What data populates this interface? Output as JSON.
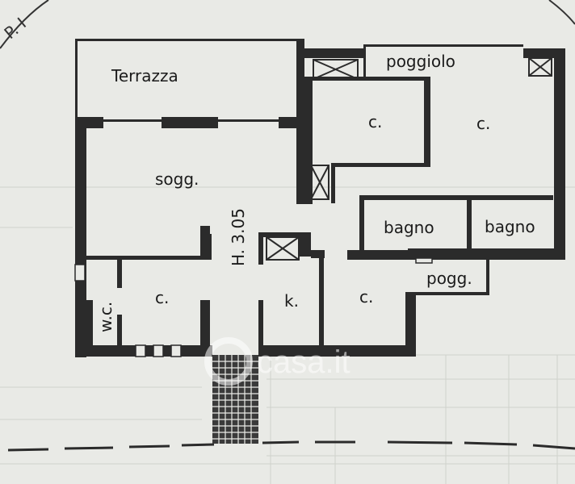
{
  "labels": {
    "terrazza": "Terrazza",
    "poggiolo": "poggiolo",
    "sogg": "sogg.",
    "height": "H. 3.05",
    "camera1": "c.",
    "camera2": "c.",
    "camera3": "c.",
    "camera4": "c.",
    "bagno1": "bagno",
    "bagno2": "bagno",
    "pogg": "pogg.",
    "wc": "w.c.",
    "kitchen": "k."
  },
  "watermark": {
    "text": "casa.it"
  },
  "corner_text": "P. I",
  "colors": {
    "wall": "#2b2b2b",
    "paper": "#e9eae6",
    "line": "#c9ccc6"
  }
}
